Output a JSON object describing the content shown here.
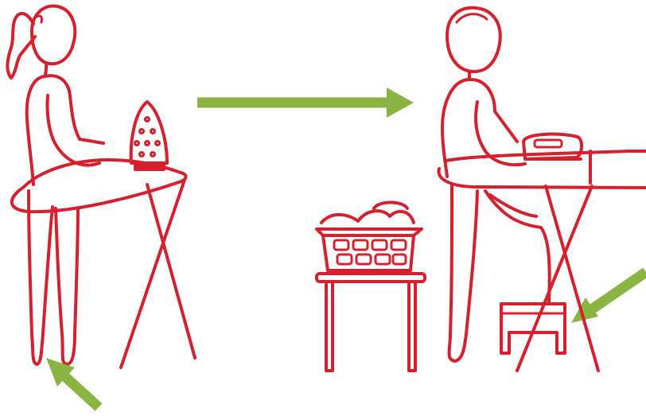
{
  "colors": {
    "drawing": "#d6202d",
    "arrow": "#8ab542",
    "background": "#ffffff"
  },
  "scenes": [
    {
      "name": "woman-ironing-flat-feet",
      "items": [
        "person",
        "ironing-board",
        "iron"
      ]
    },
    {
      "name": "man-ironing-with-footrest",
      "items": [
        "person",
        "ironing-board",
        "iron",
        "laundry-basket",
        "side-table",
        "footrest-step"
      ]
    }
  ],
  "arrows": [
    {
      "name": "transition-arrow",
      "direction": "right"
    },
    {
      "name": "feet-arrow",
      "direction": "up-left"
    },
    {
      "name": "footrest-arrow",
      "direction": "down-left"
    }
  ]
}
